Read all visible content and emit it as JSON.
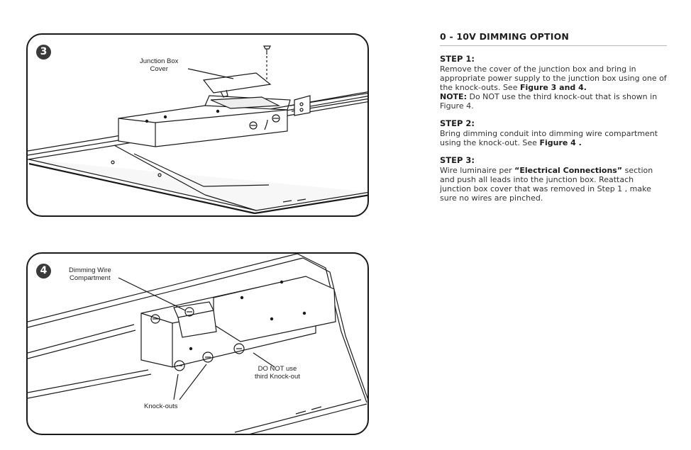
{
  "figures": [
    {
      "number": "3",
      "callouts": [
        {
          "lines": [
            "Junction Box",
            "Cover"
          ]
        }
      ]
    },
    {
      "number": "4",
      "callouts": [
        {
          "lines": [
            "Dimming Wire",
            "Compartment"
          ]
        },
        {
          "lines": [
            "DO NOT use",
            "third Knock-out"
          ]
        },
        {
          "lines": [
            "Knock-outs"
          ]
        }
      ]
    }
  ],
  "instructions": {
    "title": "0 - 10V DIMMING OPTION",
    "step1": {
      "title": "STEP 1:",
      "text_a": "Remove the cover of the junction box and bring in appropriate power supply to the junction box using one of the knock-outs. See ",
      "ref": "Figure 3 and 4.",
      "note_label": "NOTE:",
      "note_text": " Do NOT use the third knock-out that is shown in Figure 4."
    },
    "step2": {
      "title": "STEP 2:",
      "text_a": "Bring dimming conduit into dimming wire compartment using the knock-out. See ",
      "ref": "Figure 4 ."
    },
    "step3": {
      "title": "STEP 3:",
      "text_a": "Wire luminaire per ",
      "ref": "“Electrical Connections”",
      "text_b": " section and push all leads into the junction box. Reattach junction box cover that was removed in Step 1 , make sure no wires are pinched."
    }
  }
}
